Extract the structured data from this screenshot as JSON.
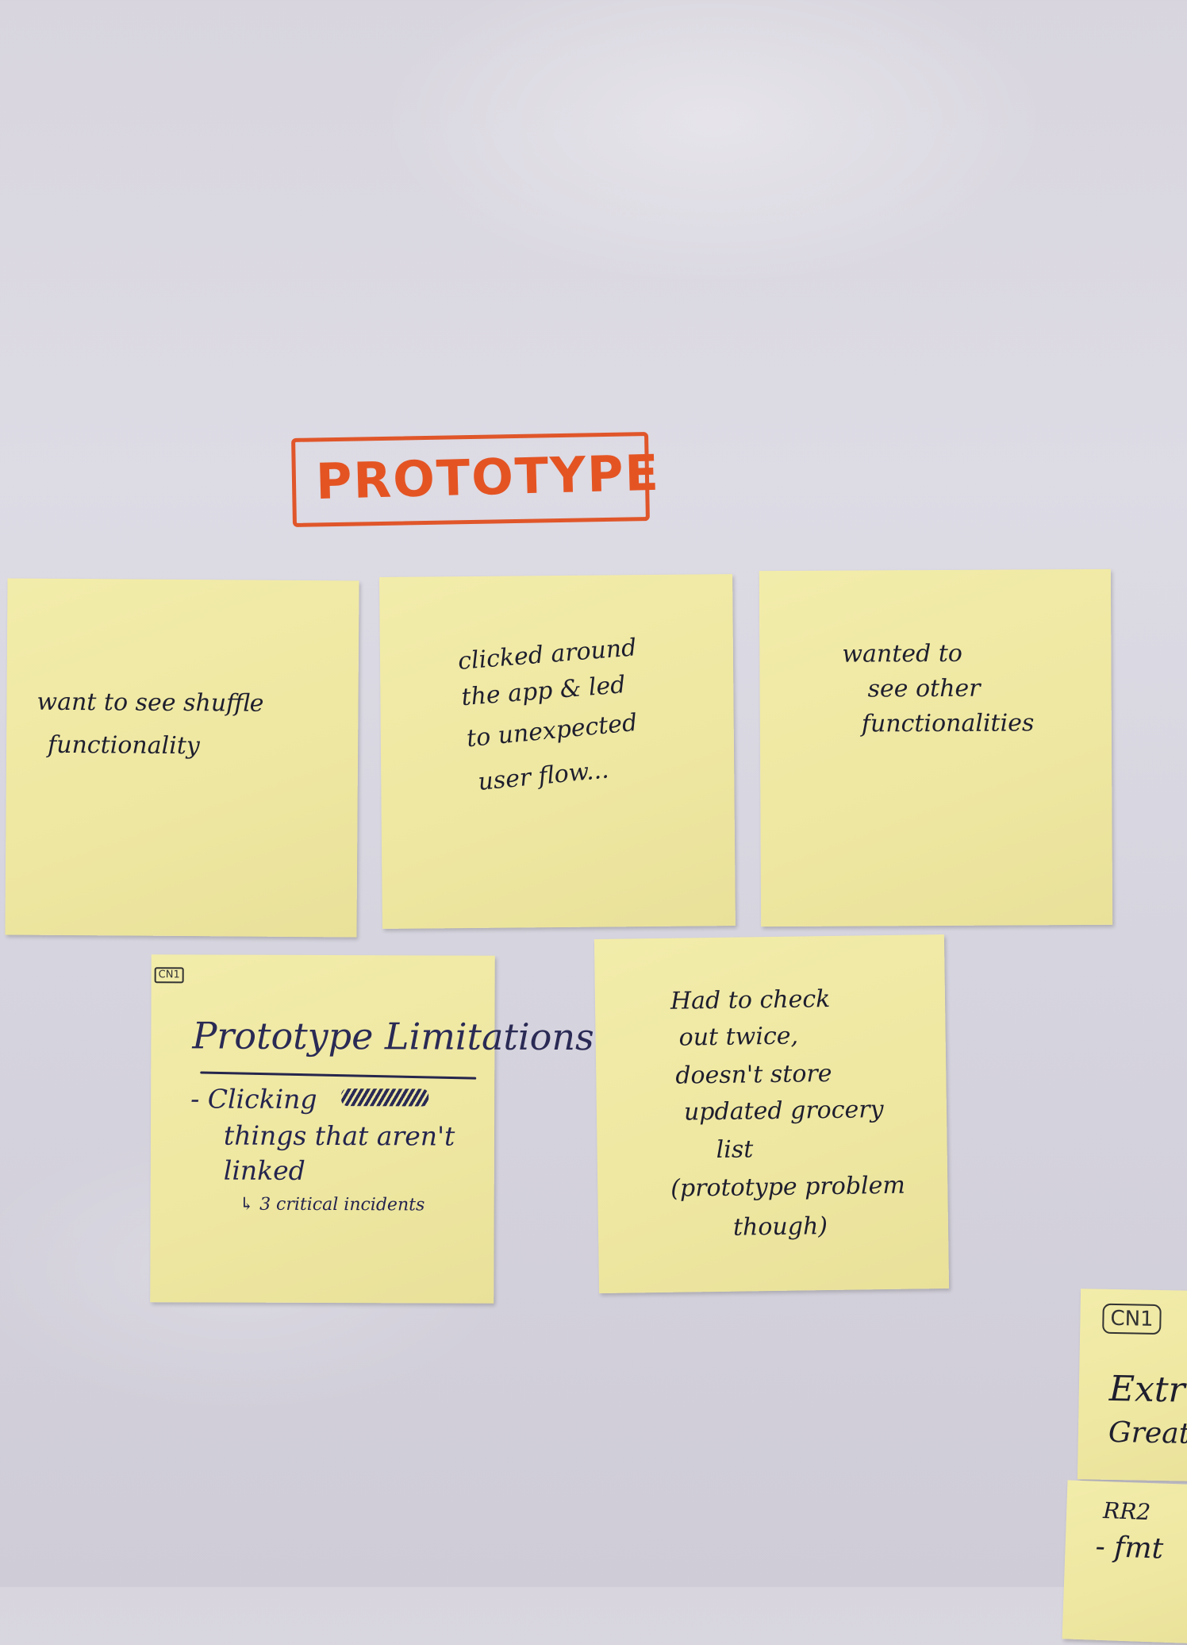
{
  "board": {
    "title": "PROTOTYPE",
    "title_color": "#e45423"
  },
  "notes": [
    {
      "lines": [
        "want to see shuffle",
        "functionality"
      ]
    },
    {
      "lines": [
        "clicked around",
        "the app & led",
        "to unexpected",
        "user flow..."
      ]
    },
    {
      "lines": [
        "wanted to",
        "see other",
        "functionalities"
      ]
    },
    {
      "tag": "CN1",
      "heading": "Prototype Limitations",
      "lines": [
        "- Clicking",
        "things that aren't",
        "linked"
      ],
      "sub": "↳ 3 critical incidents"
    },
    {
      "lines": [
        "Had to check",
        "out twice,",
        "doesn't store",
        "updated grocery",
        "list",
        "(prototype problem",
        "though)"
      ]
    },
    {
      "tag": "CN1",
      "lines": [
        "Extr",
        "Great"
      ]
    },
    {
      "lines": [
        "RR2",
        "- fmt"
      ]
    }
  ],
  "colors": {
    "sticky": "#f0e9a5",
    "ink": "#1e1e2e",
    "board": "#d8d5de"
  }
}
